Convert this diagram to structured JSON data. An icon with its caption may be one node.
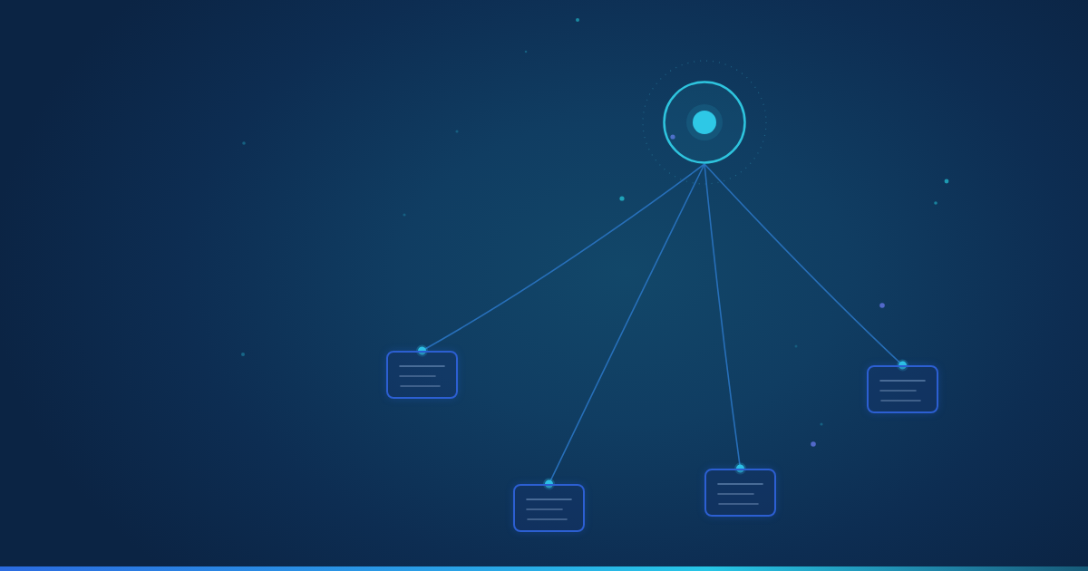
{
  "diagram": {
    "nodes": [
      {
        "text": [],
        "shape": "circle"
      },
      {
        "text": [],
        "shape": "box"
      },
      {
        "text": [],
        "shape": "box"
      },
      {
        "text": [],
        "shape": "box"
      },
      {
        "text": [],
        "shape": "box"
      }
    ],
    "edges": [
      {
        "from": 0,
        "to": 1,
        "arrow": "other"
      },
      {
        "from": 0,
        "to": 2,
        "arrow": "other"
      },
      {
        "from": 0,
        "to": 3,
        "arrow": "other"
      },
      {
        "from": 0,
        "to": 4,
        "arrow": "other"
      }
    ]
  }
}
